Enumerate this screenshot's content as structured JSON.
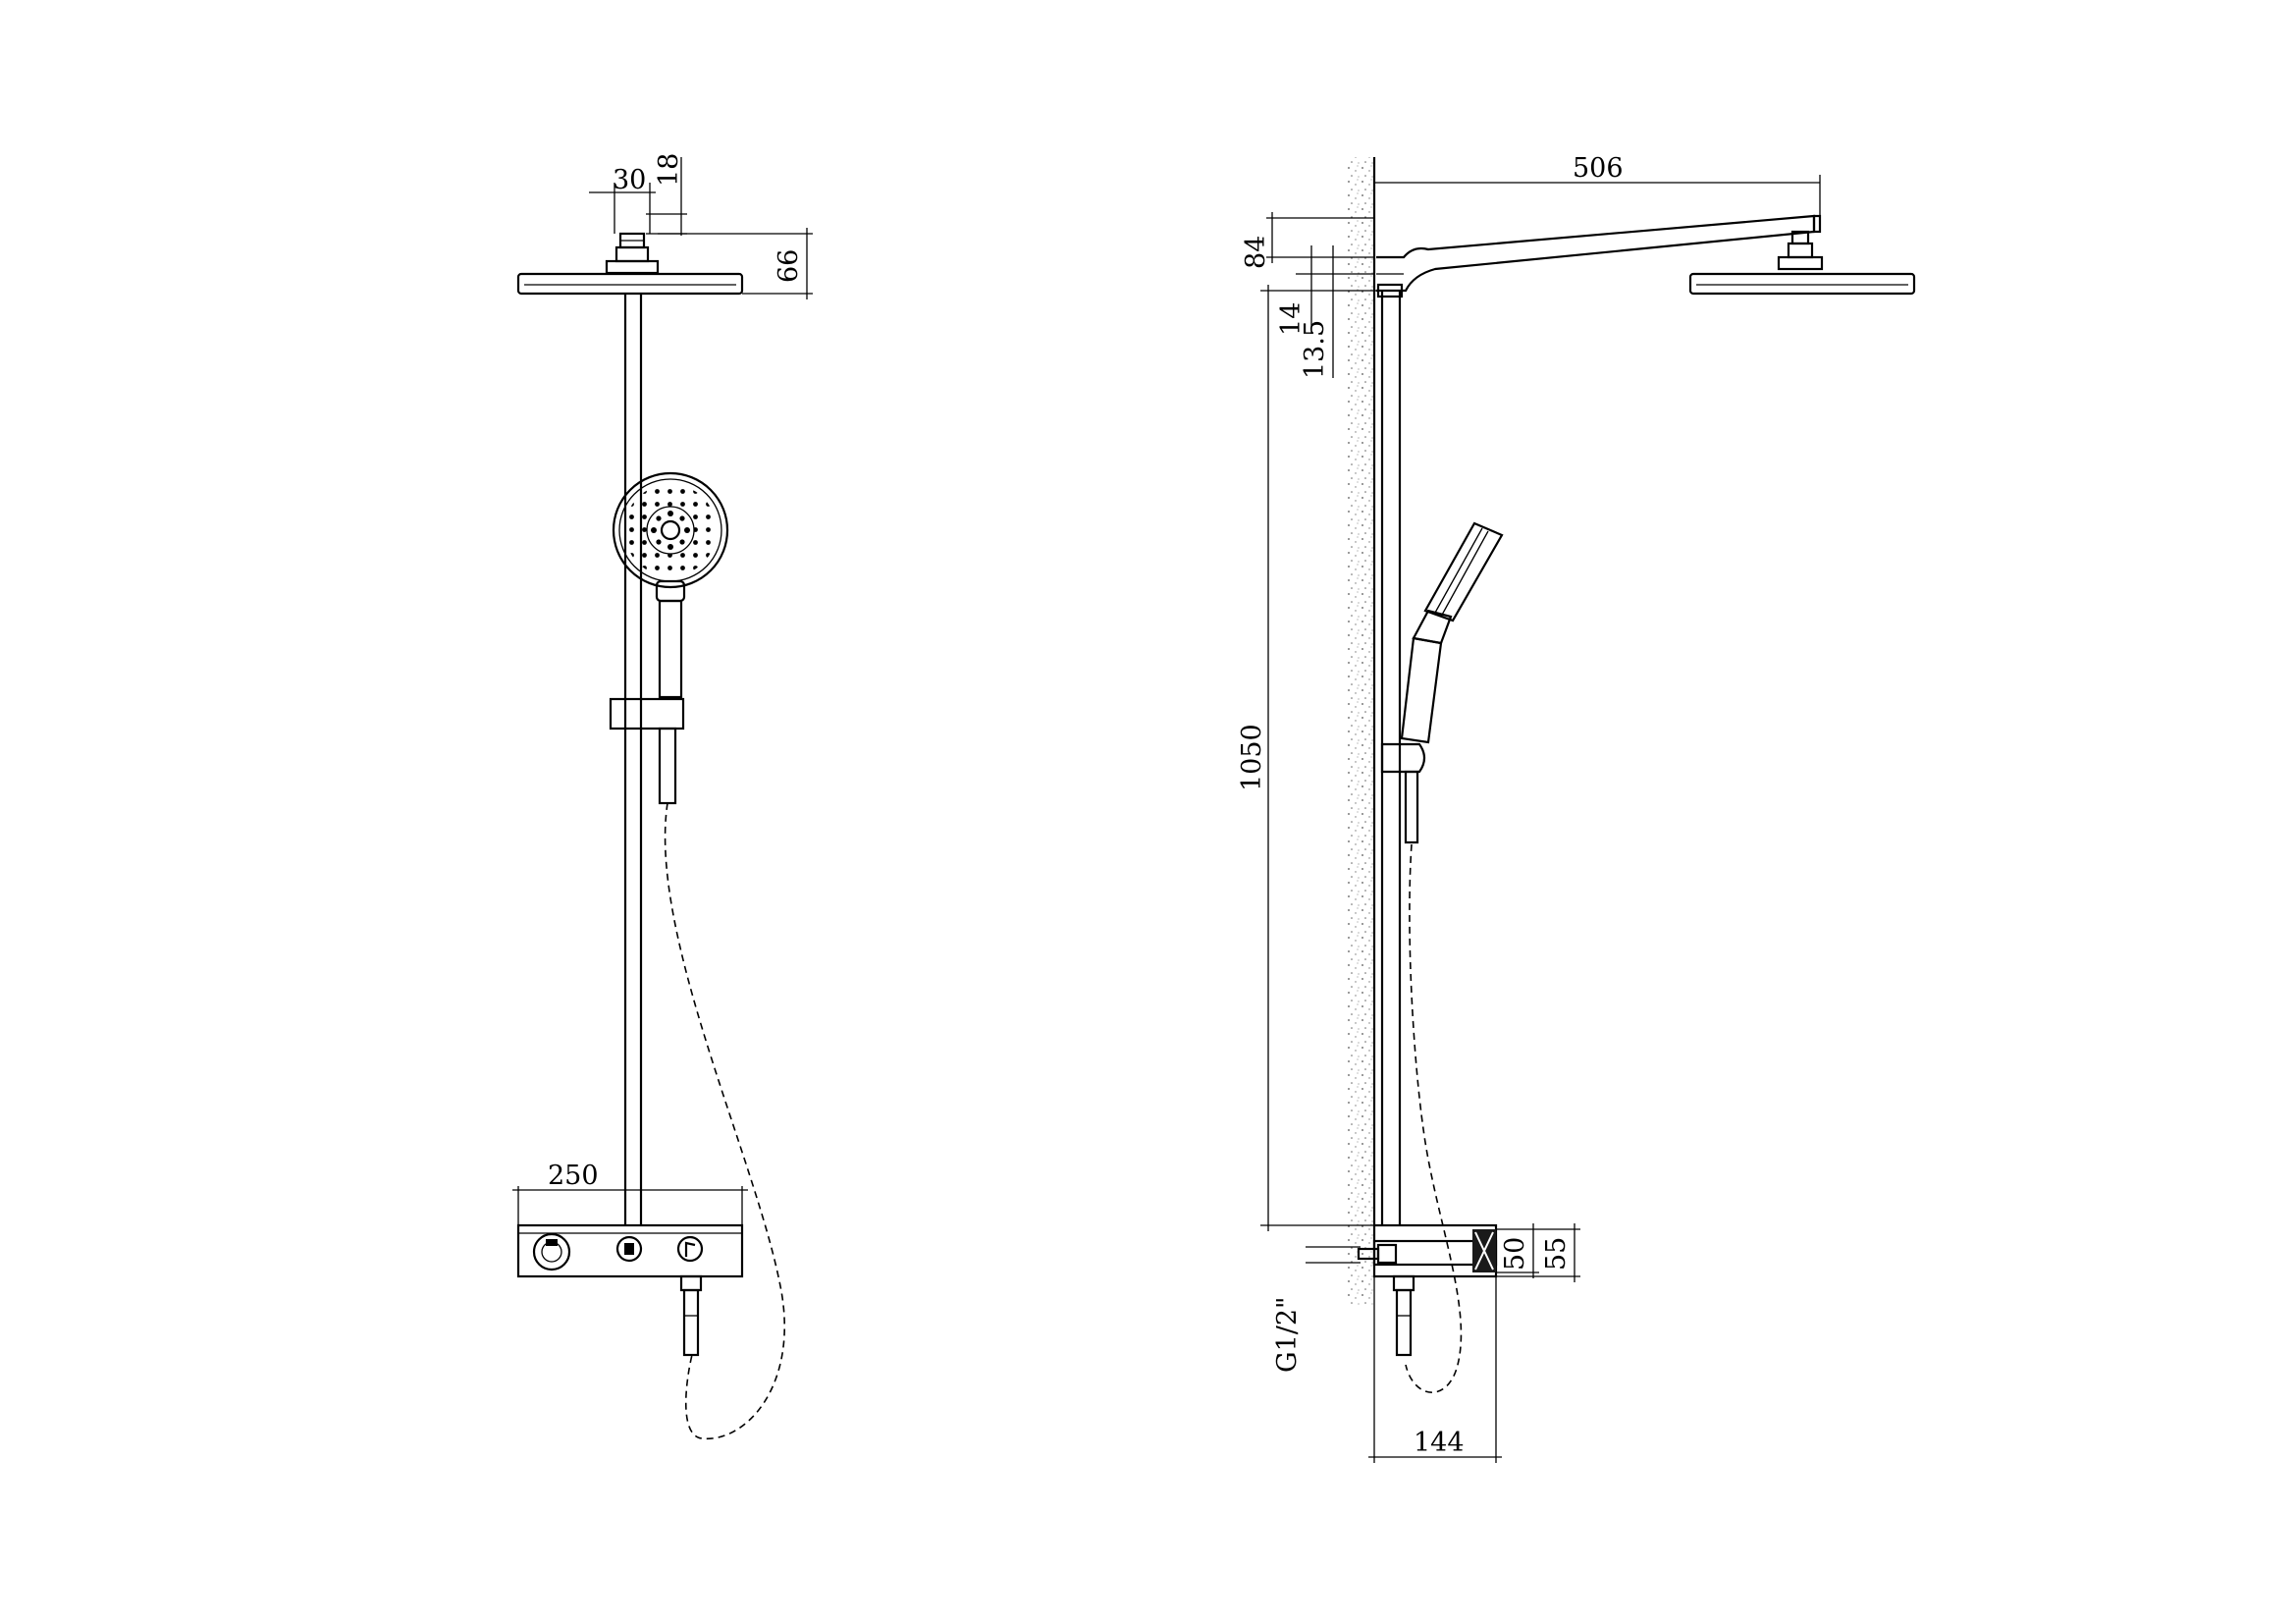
{
  "dimensions": {
    "front_top_width": "30",
    "front_top_height": "18",
    "front_head_thickness": "66",
    "front_panel_width": "250",
    "side_arm_reach": "506",
    "side_arm_drop": "84",
    "side_tube_gap_a": "14",
    "side_tube_gap_b": "13.5",
    "side_rail_height": "1050",
    "side_panel_inner": "50",
    "side_panel_outer": "55",
    "side_inlet_thread": "G1/2\"",
    "side_panel_depth": "144"
  },
  "colors": {
    "line": "#000000",
    "wall_speckle": "#6e6e6e",
    "fill_dark": "#1a1a1a"
  }
}
